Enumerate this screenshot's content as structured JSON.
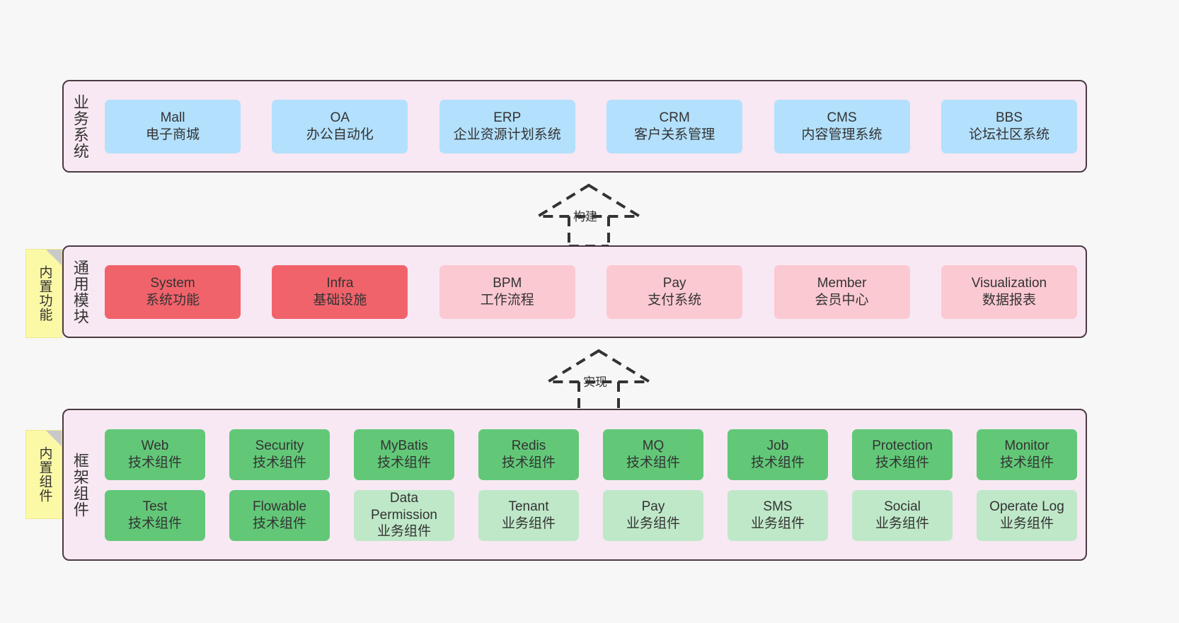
{
  "layers": [
    {
      "key": "business",
      "vertical_label": "业务系统",
      "cards": [
        {
          "title": "Mall",
          "subtitle": "电子商城"
        },
        {
          "title": "OA",
          "subtitle": "办公自动化"
        },
        {
          "title": "ERP",
          "subtitle": "企业资源计划系统"
        },
        {
          "title": "CRM",
          "subtitle": "客户关系管理"
        },
        {
          "title": "CMS",
          "subtitle": "内容管理系统"
        },
        {
          "title": "BBS",
          "subtitle": "论坛社区系统"
        }
      ]
    },
    {
      "key": "common-module",
      "vertical_label": "通用模块",
      "sticky_note": "内置功能",
      "cards": [
        {
          "title": "System",
          "subtitle": "系统功能",
          "tone": "red"
        },
        {
          "title": "Infra",
          "subtitle": "基础设施",
          "tone": "red"
        },
        {
          "title": "BPM",
          "subtitle": "工作流程",
          "tone": "pink"
        },
        {
          "title": "Pay",
          "subtitle": "支付系统",
          "tone": "pink"
        },
        {
          "title": "Member",
          "subtitle": "会员中心",
          "tone": "pink"
        },
        {
          "title": "Visualization",
          "subtitle": "数据报表",
          "tone": "pink"
        }
      ]
    },
    {
      "key": "framework-component",
      "vertical_label": "框架组件",
      "sticky_note": "内置组件",
      "rows": [
        [
          {
            "title": "Web",
            "subtitle": "技术组件",
            "tone": "green"
          },
          {
            "title": "Security",
            "subtitle": "技术组件",
            "tone": "green"
          },
          {
            "title": "MyBatis",
            "subtitle": "技术组件",
            "tone": "green"
          },
          {
            "title": "Redis",
            "subtitle": "技术组件",
            "tone": "green"
          },
          {
            "title": "MQ",
            "subtitle": "技术组件",
            "tone": "green"
          },
          {
            "title": "Job",
            "subtitle": "技术组件",
            "tone": "green"
          },
          {
            "title": "Protection",
            "subtitle": "技术组件",
            "tone": "green"
          },
          {
            "title": "Monitor",
            "subtitle": "技术组件",
            "tone": "green"
          }
        ],
        [
          {
            "title": "Test",
            "subtitle": "技术组件",
            "tone": "green"
          },
          {
            "title": "Flowable",
            "subtitle": "技术组件",
            "tone": "green"
          },
          {
            "title": "Data Permission",
            "subtitle": "业务组件",
            "tone": "green-light"
          },
          {
            "title": "Tenant",
            "subtitle": "业务组件",
            "tone": "green-light"
          },
          {
            "title": "Pay",
            "subtitle": "业务组件",
            "tone": "green-light"
          },
          {
            "title": "SMS",
            "subtitle": "业务组件",
            "tone": "green-light"
          },
          {
            "title": "Social",
            "subtitle": "业务组件",
            "tone": "green-light"
          },
          {
            "title": "Operate Log",
            "subtitle": "业务组件",
            "tone": "green-light"
          }
        ]
      ]
    }
  ],
  "connectors": [
    {
      "key": "build",
      "label": "构建"
    },
    {
      "key": "implement",
      "label": "实现"
    }
  ],
  "colors": {
    "background": "#f7f7f7",
    "panel_fill": "#f8e8f3",
    "panel_border": "#4a3a42",
    "business_card": "#b3e0fc",
    "module_strong": "#f1636b",
    "module_light": "#fbc9d2",
    "component_strong": "#62c878",
    "component_light": "#bfe8c8",
    "sticky_note": "#fbf8a6",
    "text": "#333333"
  }
}
